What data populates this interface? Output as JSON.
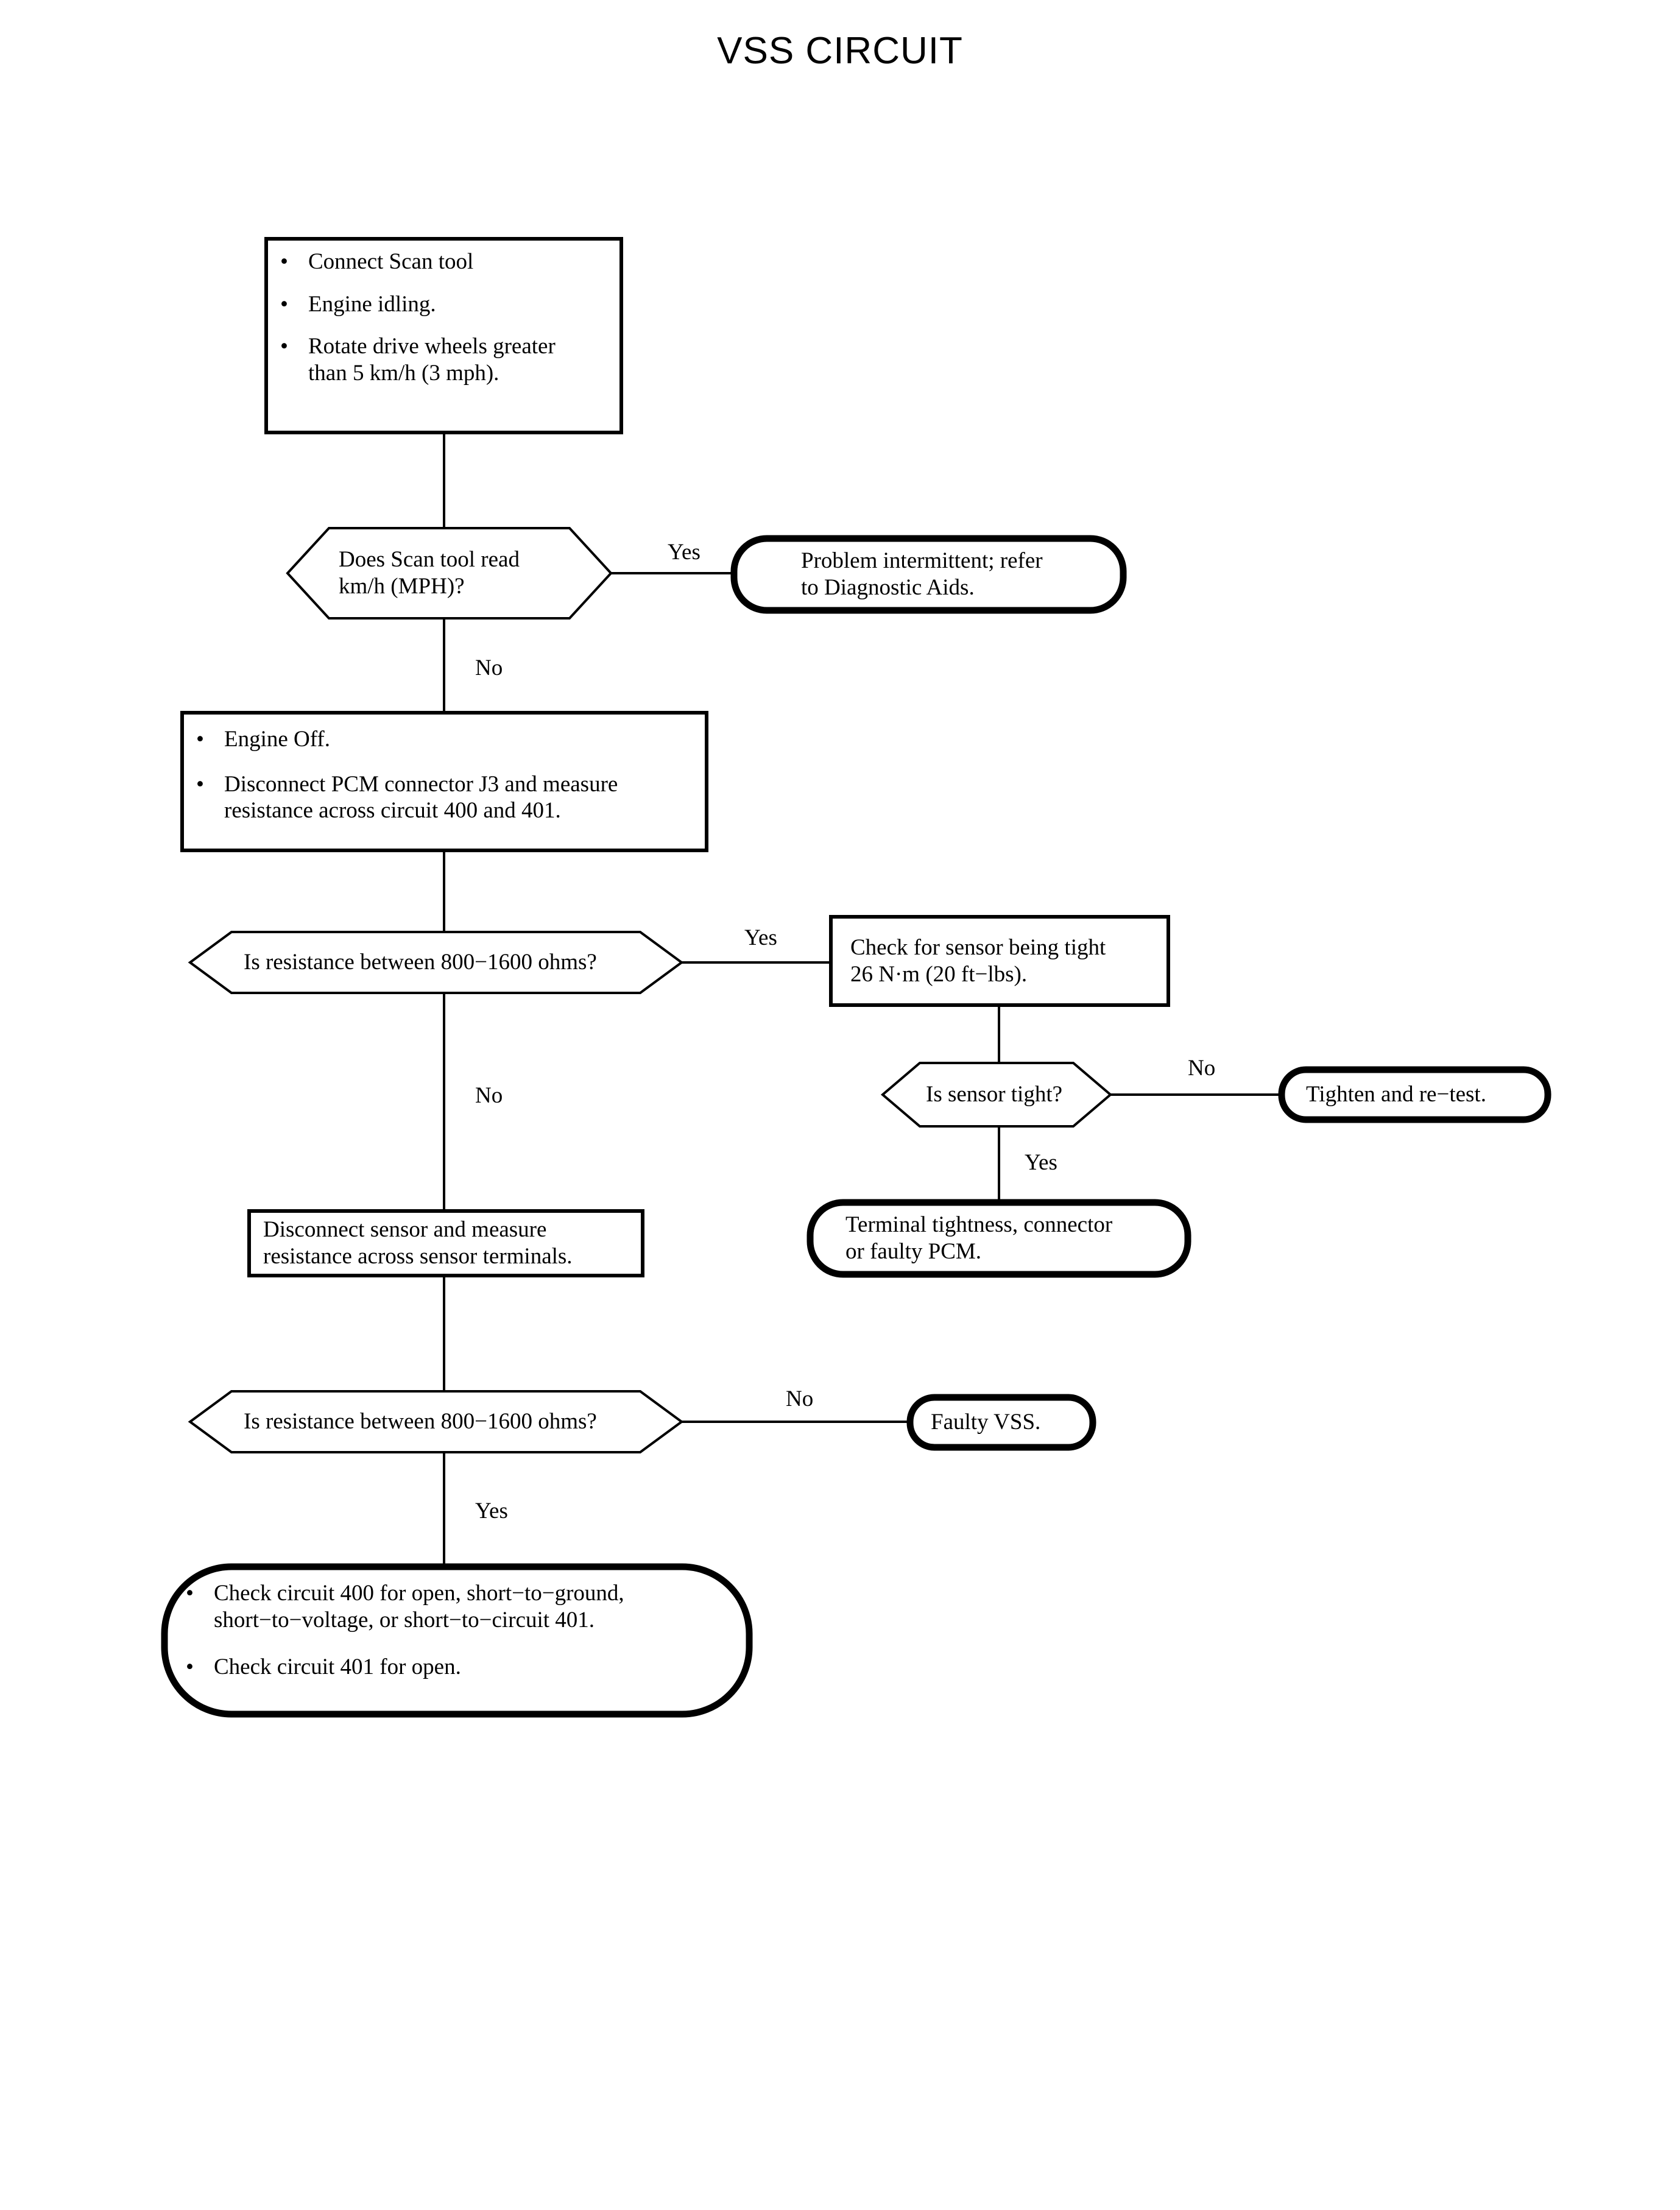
{
  "document": {
    "title": "VSS CIRCUIT"
  },
  "colors": {
    "ink": "#000000",
    "paper": "#ffffff"
  },
  "chart_data": {
    "type": "diagram",
    "subtype": "flowchart",
    "title": "VSS CIRCUIT",
    "nodes": [
      {
        "id": "n1",
        "shape": "process",
        "border": "thin",
        "bullets": [
          "Connect Scan tool",
          "Engine idling.",
          "Rotate drive wheels greater\nthan 5 km/h (3 mph)."
        ]
      },
      {
        "id": "d1",
        "shape": "decision",
        "border": "thin",
        "text": "Does Scan tool read\nkm/h (MPH)?"
      },
      {
        "id": "t1",
        "shape": "terminator",
        "border": "thick",
        "text": "Problem intermittent; refer\nto Diagnostic Aids."
      },
      {
        "id": "n2",
        "shape": "process",
        "border": "thin",
        "bullets": [
          "Engine Off.",
          "Disconnect PCM connector J3 and measure\nresistance across circuit 400 and 401."
        ]
      },
      {
        "id": "d2",
        "shape": "decision",
        "border": "thin",
        "text": "Is resistance between 800−1600 ohms?"
      },
      {
        "id": "n3",
        "shape": "process",
        "border": "thin",
        "text": "Check for sensor being tight\n26 N·m (20 ft−lbs)."
      },
      {
        "id": "d3",
        "shape": "decision",
        "border": "thin",
        "text": "Is sensor tight?"
      },
      {
        "id": "t2",
        "shape": "terminator",
        "border": "thick",
        "text": "Tighten and re−test."
      },
      {
        "id": "t3",
        "shape": "terminator",
        "border": "thick",
        "text": "Terminal tightness, connector\nor faulty PCM."
      },
      {
        "id": "n4",
        "shape": "process",
        "border": "thin",
        "text": "Disconnect sensor and measure\nresistance across sensor terminals."
      },
      {
        "id": "d4",
        "shape": "decision",
        "border": "thin",
        "text": "Is resistance between 800−1600 ohms?"
      },
      {
        "id": "t4",
        "shape": "terminator",
        "border": "thick",
        "text": "Faulty VSS."
      },
      {
        "id": "t5",
        "shape": "terminator",
        "border": "thick",
        "bullets": [
          "Check circuit 400 for open, short−to−ground,\nshort−to−voltage, or short−to−circuit 401.",
          "Check circuit 401 for open."
        ]
      }
    ],
    "edges": [
      {
        "from": "n1",
        "to": "d1",
        "label": ""
      },
      {
        "from": "d1",
        "to": "t1",
        "label": "Yes"
      },
      {
        "from": "d1",
        "to": "n2",
        "label": "No"
      },
      {
        "from": "n2",
        "to": "d2",
        "label": ""
      },
      {
        "from": "d2",
        "to": "n3",
        "label": "Yes"
      },
      {
        "from": "d2",
        "to": "n4",
        "label": "No"
      },
      {
        "from": "n3",
        "to": "d3",
        "label": ""
      },
      {
        "from": "d3",
        "to": "t2",
        "label": "No"
      },
      {
        "from": "d3",
        "to": "t3",
        "label": "Yes"
      },
      {
        "from": "n4",
        "to": "d4",
        "label": ""
      },
      {
        "from": "d4",
        "to": "t4",
        "label": "No"
      },
      {
        "from": "d4",
        "to": "t5",
        "label": "Yes"
      }
    ]
  },
  "nodes": {
    "start_conditions": {
      "bullet_1": "Connect Scan tool",
      "bullet_2": "Engine idling.",
      "bullet_3": "Rotate drive wheels greater\nthan 5 km/h (3 mph)."
    },
    "scan_reads_decision": {
      "text": "Does Scan tool read\nkm/h (MPH)?"
    },
    "problem_intermittent": {
      "text": "Problem intermittent; refer\nto Diagnostic Aids."
    },
    "engine_off_measure": {
      "bullet_1": "Engine Off.",
      "bullet_2": "Disconnect PCM connector J3 and measure\nresistance across circuit 400 and 401."
    },
    "resistance_decision_1": {
      "text": "Is resistance between 800−1600 ohms?"
    },
    "check_sensor_tight": {
      "text": "Check for sensor being tight\n26 N·m (20 ft−lbs)."
    },
    "sensor_tight_decision": {
      "text": "Is sensor tight?"
    },
    "tighten_retest": {
      "text": "Tighten and re−test."
    },
    "terminal_tightness": {
      "text": "Terminal tightness, connector\nor faulty PCM."
    },
    "disconnect_sensor": {
      "text": "Disconnect sensor and measure\nresistance across sensor terminals."
    },
    "resistance_decision_2": {
      "text": "Is resistance between 800−1600 ohms?"
    },
    "faulty_vss": {
      "text": "Faulty VSS."
    },
    "check_circuits": {
      "bullet_1": "Check circuit 400 for open, short−to−ground,\nshort−to−voltage, or short−to−circuit 401.",
      "bullet_2": "Check circuit 401 for open."
    }
  },
  "edge_labels": {
    "scan_yes": "Yes",
    "scan_no": "No",
    "resistance1_yes": "Yes",
    "resistance1_no": "No",
    "sensor_tight_no": "No",
    "sensor_tight_yes": "Yes",
    "resistance2_no": "No",
    "resistance2_yes": "Yes"
  },
  "bullet_glyph": "•"
}
